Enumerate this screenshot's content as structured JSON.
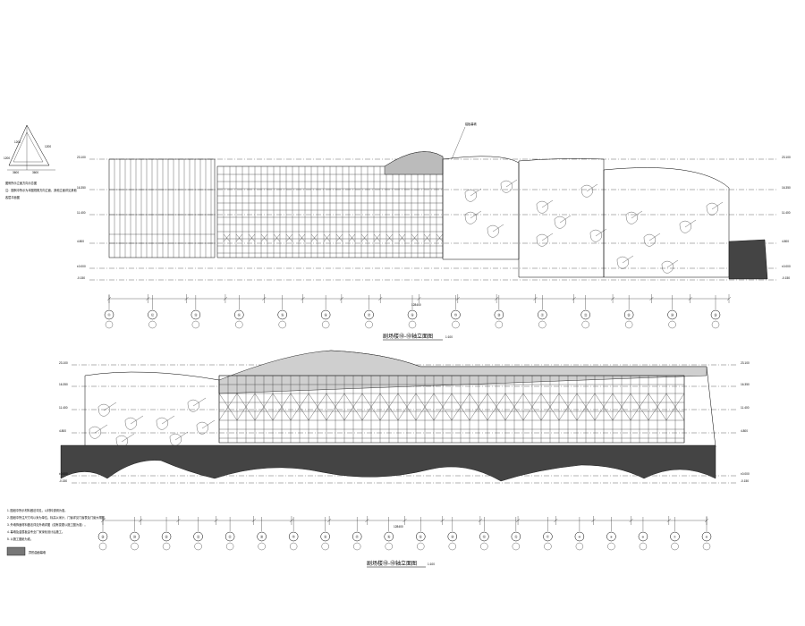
{
  "upper_elevation": {
    "title": "剧场楼⑩-⑩轴立面图",
    "scale": "1:100",
    "axis_labels": [
      "⑪",
      "⑫",
      "⑬",
      "⑭",
      "⑮",
      "⑯",
      "⑰",
      "⑱",
      "⑲",
      "⑳",
      "㉑",
      "㉒",
      "㉓",
      "㉔",
      "㉕"
    ],
    "level_marks": [
      "23.100",
      "16.350",
      "11.400",
      "4.800",
      "±0.000",
      "-0.150"
    ],
    "total_dimension": "128400"
  },
  "lower_elevation": {
    "title": "剧场楼⑩-⑩轴立面图",
    "scale": "1:100",
    "axis_labels": [
      "㉕",
      "㉔",
      "㉓",
      "㉒",
      "㉑",
      "⑳",
      "⑲",
      "⑱",
      "⑰",
      "⑯",
      "⑮",
      "⑭",
      "⑬",
      "⑫",
      "⑪",
      "⑩",
      "⑨",
      "⑧",
      "⑦",
      "⑥"
    ],
    "level_marks": [
      "23.100",
      "16.350",
      "11.400",
      "4.800",
      "±0.000",
      "-0.150"
    ],
    "total_dimension": "128400"
  },
  "key_plan": {
    "dims": [
      "3600",
      "3600",
      "1200",
      "1200",
      "1200"
    ]
  },
  "notes_upper": [
    "图例所示立面方向示意图",
    "注：图例中所示为本图视角方向立面，其他立面详见其他",
    "各层平面图"
  ],
  "notes_lower": [
    "1. 图纸中所示材料做法详见，以材料说明为准。",
    "2. 图纸中所注尺寸均以米为单位，标高以米计，门窗详见门窗表及门窗大样图。",
    "3. 外墙饰面材料做法详见外墙详图（如有变更以施工图为准）。",
    "4. 幕墙及金属板由专业厂家深化设计后施工。",
    "5. 以施工图纸为准。"
  ],
  "legend": {
    "label": "异形曲面幕墙"
  },
  "callout": "铝板幕墙"
}
